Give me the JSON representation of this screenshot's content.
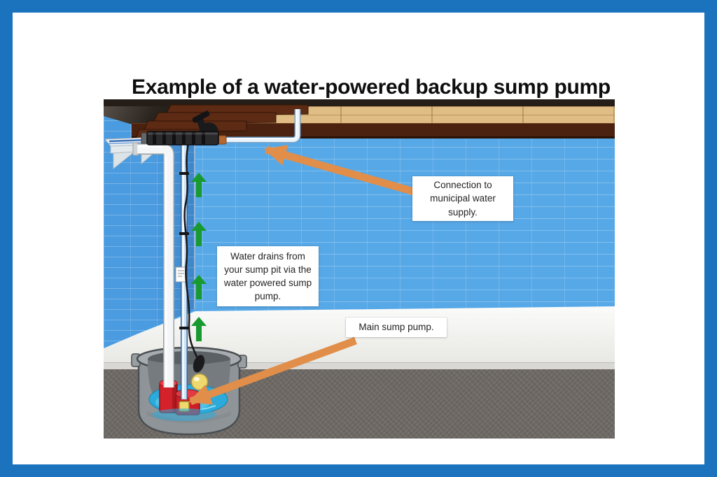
{
  "page": {
    "background": "#ffffff",
    "border_color": "#1b72bd"
  },
  "title": "Example of a water-powered backup sump pump",
  "diagram": {
    "labels": {
      "municipal": {
        "text": "Connection to municipal water supply."
      },
      "drain": {
        "text": "Water drains from your sump pit via the water powered sump pump."
      },
      "main_pump": {
        "text": "Main sump pump."
      }
    },
    "colors": {
      "border_blue": "#1b72bd",
      "page_bg": "#ffffff",
      "wall_blue": "#57a8e7",
      "wall_left_blue": "#4a9be0",
      "joist_brown": "#5d2a14",
      "rim_joist_brown": "#4a220f",
      "subfloor_tan": "#e0bd85",
      "footing_white": "#f3f3f1",
      "concrete_gray": "#6f6a66",
      "arrow_green": "#189a31",
      "arrow_orange": "#e08e4a",
      "water_blue": "#2baadb",
      "pump_red": "#d4222a",
      "float_yellow": "#eed96f",
      "pit_gray": "#8e9497",
      "label_bg": "#ffffff",
      "label_text": "#242424"
    }
  }
}
